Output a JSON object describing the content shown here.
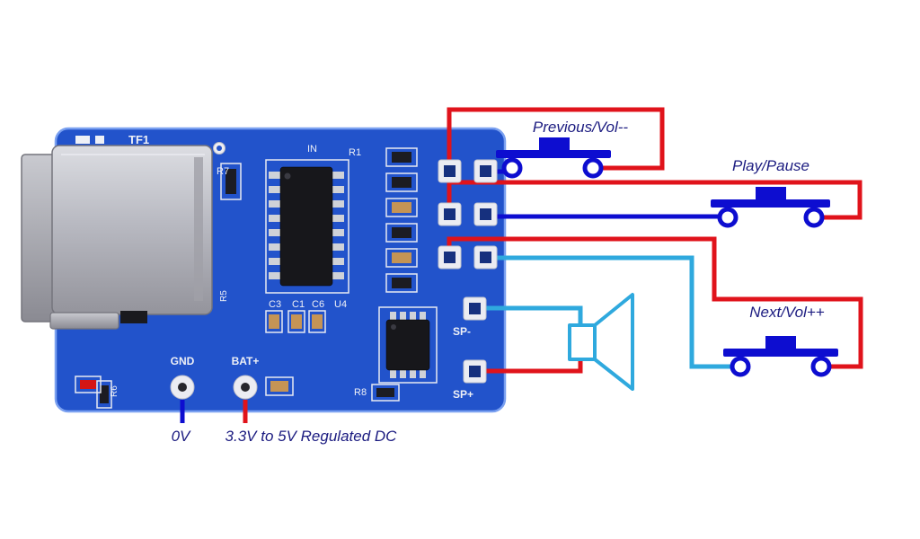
{
  "diagram": {
    "buttons": [
      {
        "label": "Previous/Vol--"
      },
      {
        "label": "Play/Pause"
      },
      {
        "label": "Next/Vol++"
      }
    ],
    "power_labels": {
      "ground": "0V",
      "supply": "3.3V to 5V Regulated DC"
    },
    "board": {
      "silkscreen": {
        "tf1": "TF1",
        "r7": "R7",
        "in": "IN",
        "r1": "R1",
        "r5": "R5",
        "r6": "R6",
        "r8": "R8",
        "c3": "C3",
        "c1": "C1",
        "c6": "C6",
        "u4": "U4",
        "gnd": "GND",
        "bat_plus": "BAT+",
        "sp_minus": "SP-",
        "sp_plus": "SP+"
      }
    },
    "colors": {
      "wire_red": "#e0131b",
      "wire_blue": "#0d0dd0",
      "wire_cyan": "#2fa9de",
      "board_blue": "#2253cb",
      "label_navy": "#1b1b80"
    }
  }
}
